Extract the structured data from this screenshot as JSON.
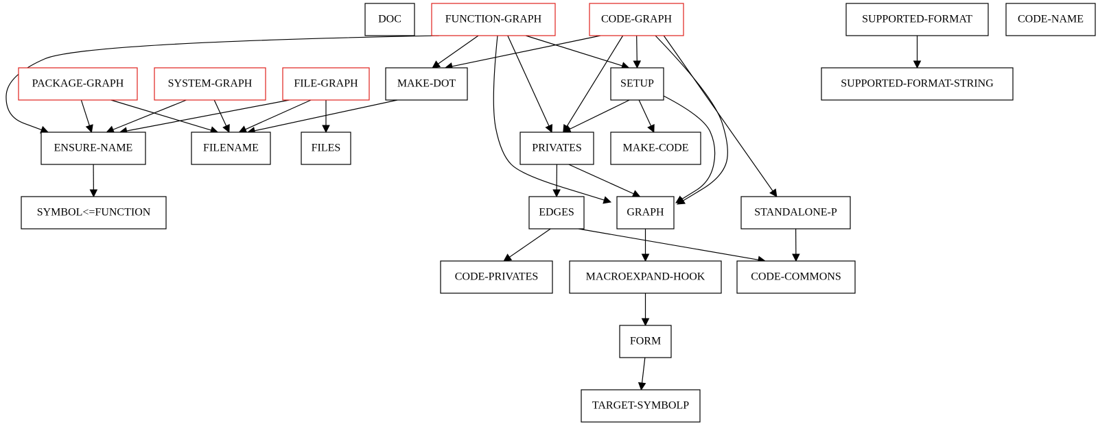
{
  "colors": {
    "highlight": "#e0201b",
    "normal": "#000000"
  },
  "nodes": {
    "doc": {
      "label": "DOC",
      "highlight": false
    },
    "function_graph": {
      "label": "FUNCTION-GRAPH",
      "highlight": true
    },
    "code_graph": {
      "label": "CODE-GRAPH",
      "highlight": true
    },
    "supported_format": {
      "label": "SUPPORTED-FORMAT",
      "highlight": false
    },
    "code_name": {
      "label": "CODE-NAME",
      "highlight": false
    },
    "package_graph": {
      "label": "PACKAGE-GRAPH",
      "highlight": true
    },
    "system_graph": {
      "label": "SYSTEM-GRAPH",
      "highlight": true
    },
    "file_graph": {
      "label": "FILE-GRAPH",
      "highlight": true
    },
    "make_dot": {
      "label": "MAKE-DOT",
      "highlight": false
    },
    "setup": {
      "label": "SETUP",
      "highlight": false
    },
    "supported_format_string": {
      "label": "SUPPORTED-FORMAT-STRING",
      "highlight": false
    },
    "ensure_name": {
      "label": "ENSURE-NAME",
      "highlight": false
    },
    "filename": {
      "label": "FILENAME",
      "highlight": false
    },
    "files": {
      "label": "FILES",
      "highlight": false
    },
    "privates": {
      "label": "PRIVATES",
      "highlight": false
    },
    "make_code": {
      "label": "MAKE-CODE",
      "highlight": false
    },
    "symbol_function": {
      "label": "SYMBOL<=FUNCTION",
      "highlight": false
    },
    "edges": {
      "label": "EDGES",
      "highlight": false
    },
    "graph": {
      "label": "GRAPH",
      "highlight": false
    },
    "standalone_p": {
      "label": "STANDALONE-P",
      "highlight": false
    },
    "code_privates": {
      "label": "CODE-PRIVATES",
      "highlight": false
    },
    "macroexpand_hook": {
      "label": "MACROEXPAND-HOOK",
      "highlight": false
    },
    "code_commons": {
      "label": "CODE-COMMONS",
      "highlight": false
    },
    "form": {
      "label": "FORM",
      "highlight": false
    },
    "target_symbolp": {
      "label": "TARGET-SYMBOLP",
      "highlight": false
    }
  },
  "edges": [
    {
      "from": "function_graph",
      "to": "ensure_name"
    },
    {
      "from": "function_graph",
      "to": "make_dot"
    },
    {
      "from": "function_graph",
      "to": "privates"
    },
    {
      "from": "function_graph",
      "to": "setup"
    },
    {
      "from": "function_graph",
      "to": "graph"
    },
    {
      "from": "code_graph",
      "to": "make_dot"
    },
    {
      "from": "code_graph",
      "to": "setup"
    },
    {
      "from": "code_graph",
      "to": "privates"
    },
    {
      "from": "code_graph",
      "to": "graph"
    },
    {
      "from": "code_graph",
      "to": "standalone_p"
    },
    {
      "from": "supported_format",
      "to": "supported_format_string"
    },
    {
      "from": "package_graph",
      "to": "ensure_name"
    },
    {
      "from": "package_graph",
      "to": "filename"
    },
    {
      "from": "system_graph",
      "to": "ensure_name"
    },
    {
      "from": "system_graph",
      "to": "filename"
    },
    {
      "from": "file_graph",
      "to": "ensure_name"
    },
    {
      "from": "file_graph",
      "to": "filename"
    },
    {
      "from": "file_graph",
      "to": "files"
    },
    {
      "from": "make_dot",
      "to": "filename"
    },
    {
      "from": "setup",
      "to": "privates"
    },
    {
      "from": "setup",
      "to": "make_code"
    },
    {
      "from": "setup",
      "to": "graph"
    },
    {
      "from": "ensure_name",
      "to": "symbol_function"
    },
    {
      "from": "privates",
      "to": "edges"
    },
    {
      "from": "privates",
      "to": "graph"
    },
    {
      "from": "edges",
      "to": "code_privates"
    },
    {
      "from": "edges",
      "to": "code_commons"
    },
    {
      "from": "graph",
      "to": "macroexpand_hook"
    },
    {
      "from": "standalone_p",
      "to": "code_commons"
    },
    {
      "from": "macroexpand_hook",
      "to": "form"
    },
    {
      "from": "form",
      "to": "target_symbolp"
    }
  ]
}
